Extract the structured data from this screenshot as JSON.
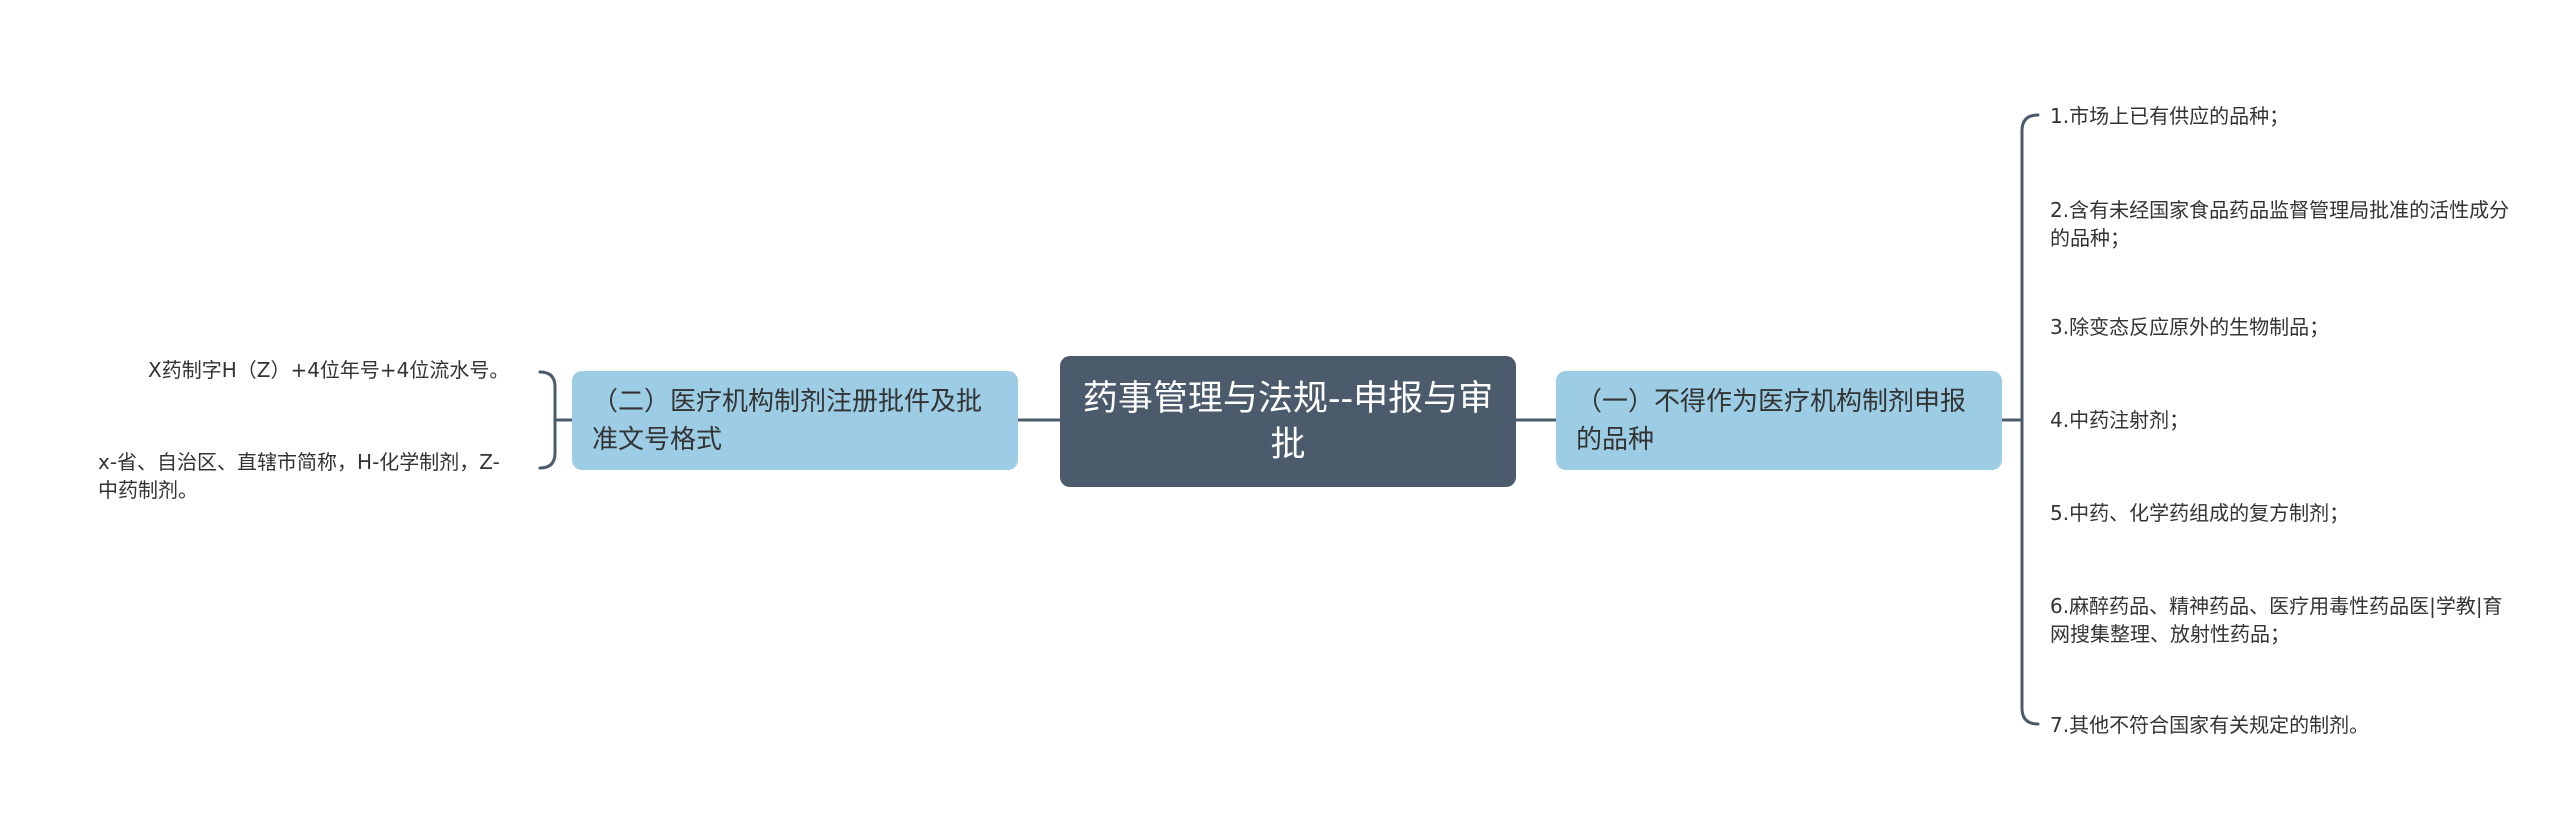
{
  "center": {
    "title": "药事管理与法规--申报与审批"
  },
  "left_branch": {
    "label": "（二）医疗机构制剂注册批件及批准文号格式",
    "items": [
      "X药制字H（Z）+4位年号+4位流水号。",
      "x-省、自治区、直辖市简称，H-化学制剂，Z-中药制剂。"
    ]
  },
  "right_branch": {
    "label": "（一）不得作为医疗机构制剂申报的品种",
    "items": [
      "1.市场上已有供应的品种；",
      "2.含有未经国家食品药品监督管理局批准的活性成分的品种；",
      "3.除变态反应原外的生物制品；",
      "4.中药注射剂；",
      "5.中药、化学药组成的复方制剂；",
      "6.麻醉药品、精神药品、医疗用毒性药品医|学教|育网搜集整理、放射性药品；",
      "7.其他不符合国家有关规定的制剂。"
    ]
  },
  "colors": {
    "center_bg": "#4b5b6b",
    "branch_bg": "#9ccde4",
    "line": "#4b5b6b",
    "text": "#333333"
  }
}
